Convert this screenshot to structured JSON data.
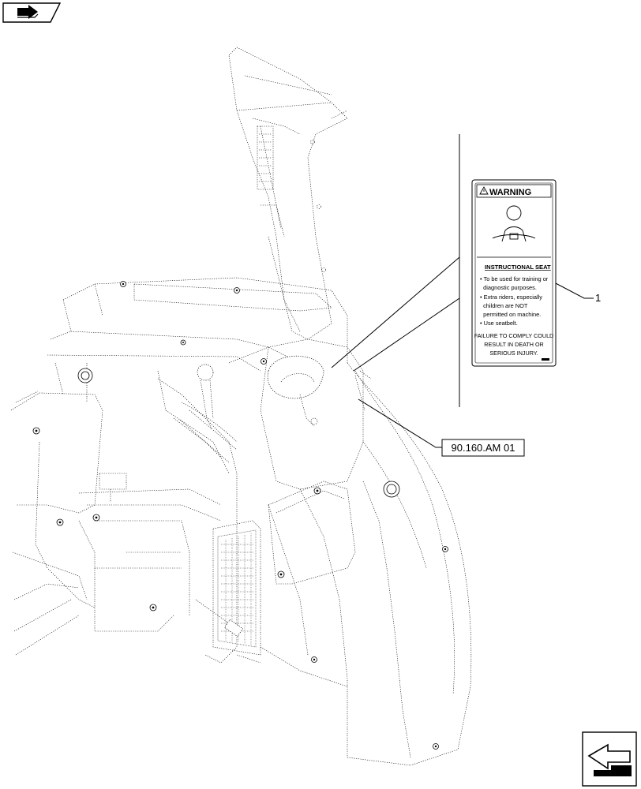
{
  "nav": {
    "top_left_icon": "book-arrow-icon",
    "bottom_right_icon": "next-page-arrow-icon"
  },
  "callouts": [
    {
      "id": "item-1",
      "label": "1"
    },
    {
      "id": "reference",
      "label": "90.160.AM 01"
    }
  ],
  "decal": {
    "header": "WARNING",
    "title": "INSTRUCTIONAL SEAT",
    "lines": [
      "• To be used for training or",
      "  diagnostic purposes.",
      "• Extra riders, especially",
      "  children are NOT",
      "  permitted on machine.",
      "• Use seatbelt."
    ],
    "failure": [
      "FAILURE TO COMPLY COULD",
      "RESULT IN DEATH OR",
      "SERIOUS INJURY."
    ]
  }
}
